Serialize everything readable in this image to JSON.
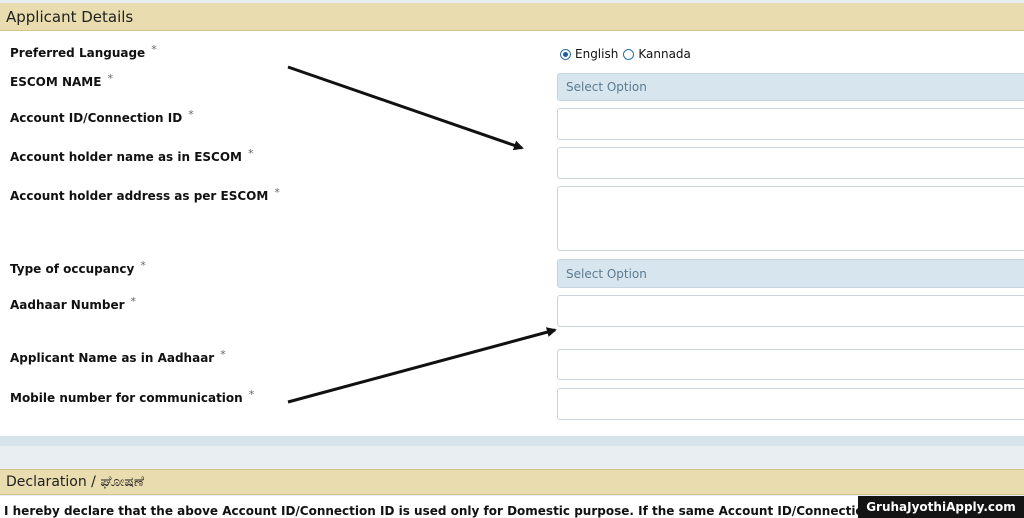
{
  "applicant_section": {
    "title": "Applicant Details"
  },
  "required_marker": "*",
  "fields": {
    "preferred_language": {
      "label": "Preferred Language",
      "options": [
        "English",
        "Kannada"
      ],
      "selected": "English"
    },
    "escom_name": {
      "label": "ESCOM NAME",
      "value": "Select Option"
    },
    "account_id": {
      "label": "Account ID/Connection ID",
      "value": ""
    },
    "holder_name": {
      "label": "Account holder name as in ESCOM",
      "value": ""
    },
    "holder_address": {
      "label": "Account holder address as per ESCOM",
      "value": ""
    },
    "occupancy": {
      "label": "Type of occupancy",
      "value": "Select Option"
    },
    "aadhaar": {
      "label": "Aadhaar Number",
      "value": ""
    },
    "applicant_name": {
      "label": "Applicant Name as in Aadhaar",
      "value": ""
    },
    "mobile": {
      "label": "Mobile number for communication",
      "value": ""
    }
  },
  "declaration_section": {
    "title": "Declaration / ಘೋಷಣೆ",
    "text": "I hereby declare that the above Account ID/Connection ID is used only for Domestic purpose. If the same Account ID/Connection ID"
  },
  "watermark": "GruhaJyothiApply.com",
  "colors": {
    "header_bg": "#e9dcae",
    "select_bg": "#d6e5ee",
    "arrow": "#111111"
  }
}
